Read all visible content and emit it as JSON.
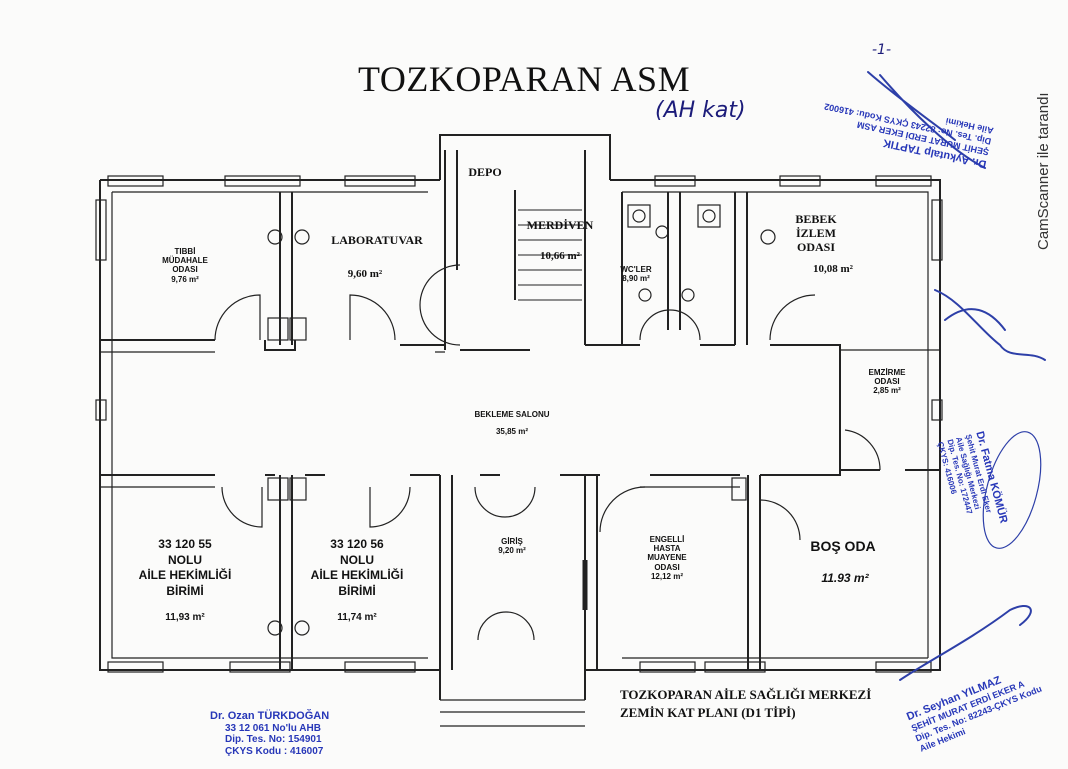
{
  "title": "TOZKOPARAN ASM",
  "page_mark": "-1-",
  "handwritten_note": "(AH kat)",
  "rooms": {
    "tibbi": {
      "l1": "TIBBİ",
      "l2": "MÜDAHALE",
      "l3": "ODASI",
      "area": "9,76 m²"
    },
    "lab": {
      "name": "LABORATUVAR",
      "area": "9,60 m²"
    },
    "depo": {
      "name": "DEPO"
    },
    "merdiven": {
      "name": "MERDİVEN",
      "area": "10,66 m²"
    },
    "wc": {
      "name": "WC'LER",
      "area": "8,90 m²"
    },
    "bebek": {
      "l1": "BEBEK",
      "l2": "İZLEM",
      "l3": "ODASI",
      "area": "10,08 m²"
    },
    "emzirme": {
      "l1": "EMZİRME",
      "l2": "ODASI",
      "area": "2,85 m²"
    },
    "bekleme": {
      "name": "BEKLEME SALONU",
      "area": "35,85 m²"
    },
    "aile55": {
      "l1": "33 120 55",
      "l2": "NOLU",
      "l3": "AİLE HEKİMLİĞİ",
      "l4": "BİRİMİ",
      "area": "11,93 m²"
    },
    "aile56": {
      "l1": "33 120 56",
      "l2": "NOLU",
      "l3": "AİLE HEKİMLİĞİ",
      "l4": "BİRİMİ",
      "area": "11,74 m²"
    },
    "giris": {
      "name": "GİRİŞ",
      "area": "9,20 m²"
    },
    "engelli": {
      "l1": "ENGELLİ",
      "l2": "HASTA",
      "l3": "MUAYENE",
      "l4": "ODASI",
      "area": "12,12 m²"
    },
    "bos": {
      "name": "BOŞ ODA",
      "area": "11.93 m²"
    }
  },
  "caption": {
    "line1": "TOZKOPARAN AİLE SAĞLIĞI MERKEZİ",
    "line2": "ZEMİN KAT PLANI (D1 TİPİ)"
  },
  "stamps": {
    "ozan": {
      "l1": "Dr. Ozan TÜRKDOĞAN",
      "l2": "33 12 061 No'lu AHB",
      "l3": "Dip. Tes. No: 154901",
      "l4": "ÇKYS Kodu : 416007"
    },
    "aykutalp": {
      "l1": "Dr. Aykutalp TAPTIK",
      "l2": "ŞEHİT MURAT ERDİ EKER ASM",
      "l3": "Dip. Tes. No: 82243 ÇKYS Kodu: 416002",
      "l4": "Aile Hekimi"
    },
    "fatma": {
      "l1": "Dr. Fatma KÖMÜR",
      "l2": "Şehit Murat Erdi Eker",
      "l3": "Aile Sağlığı Merkezi",
      "l4": "Dip. Tes. No: 172447",
      "l5": "ÇKYS: 416006"
    },
    "seyhan": {
      "l1": "Dr. Seyhan YILMAZ",
      "l2": "ŞEHİT MURAT ERDİ EKER A",
      "l3": "Dip. Tes. No: 82243-ÇKYS Kodu",
      "l4": "Aile Hekimi"
    }
  },
  "scanner_label": "CamScanner ile tarandı"
}
